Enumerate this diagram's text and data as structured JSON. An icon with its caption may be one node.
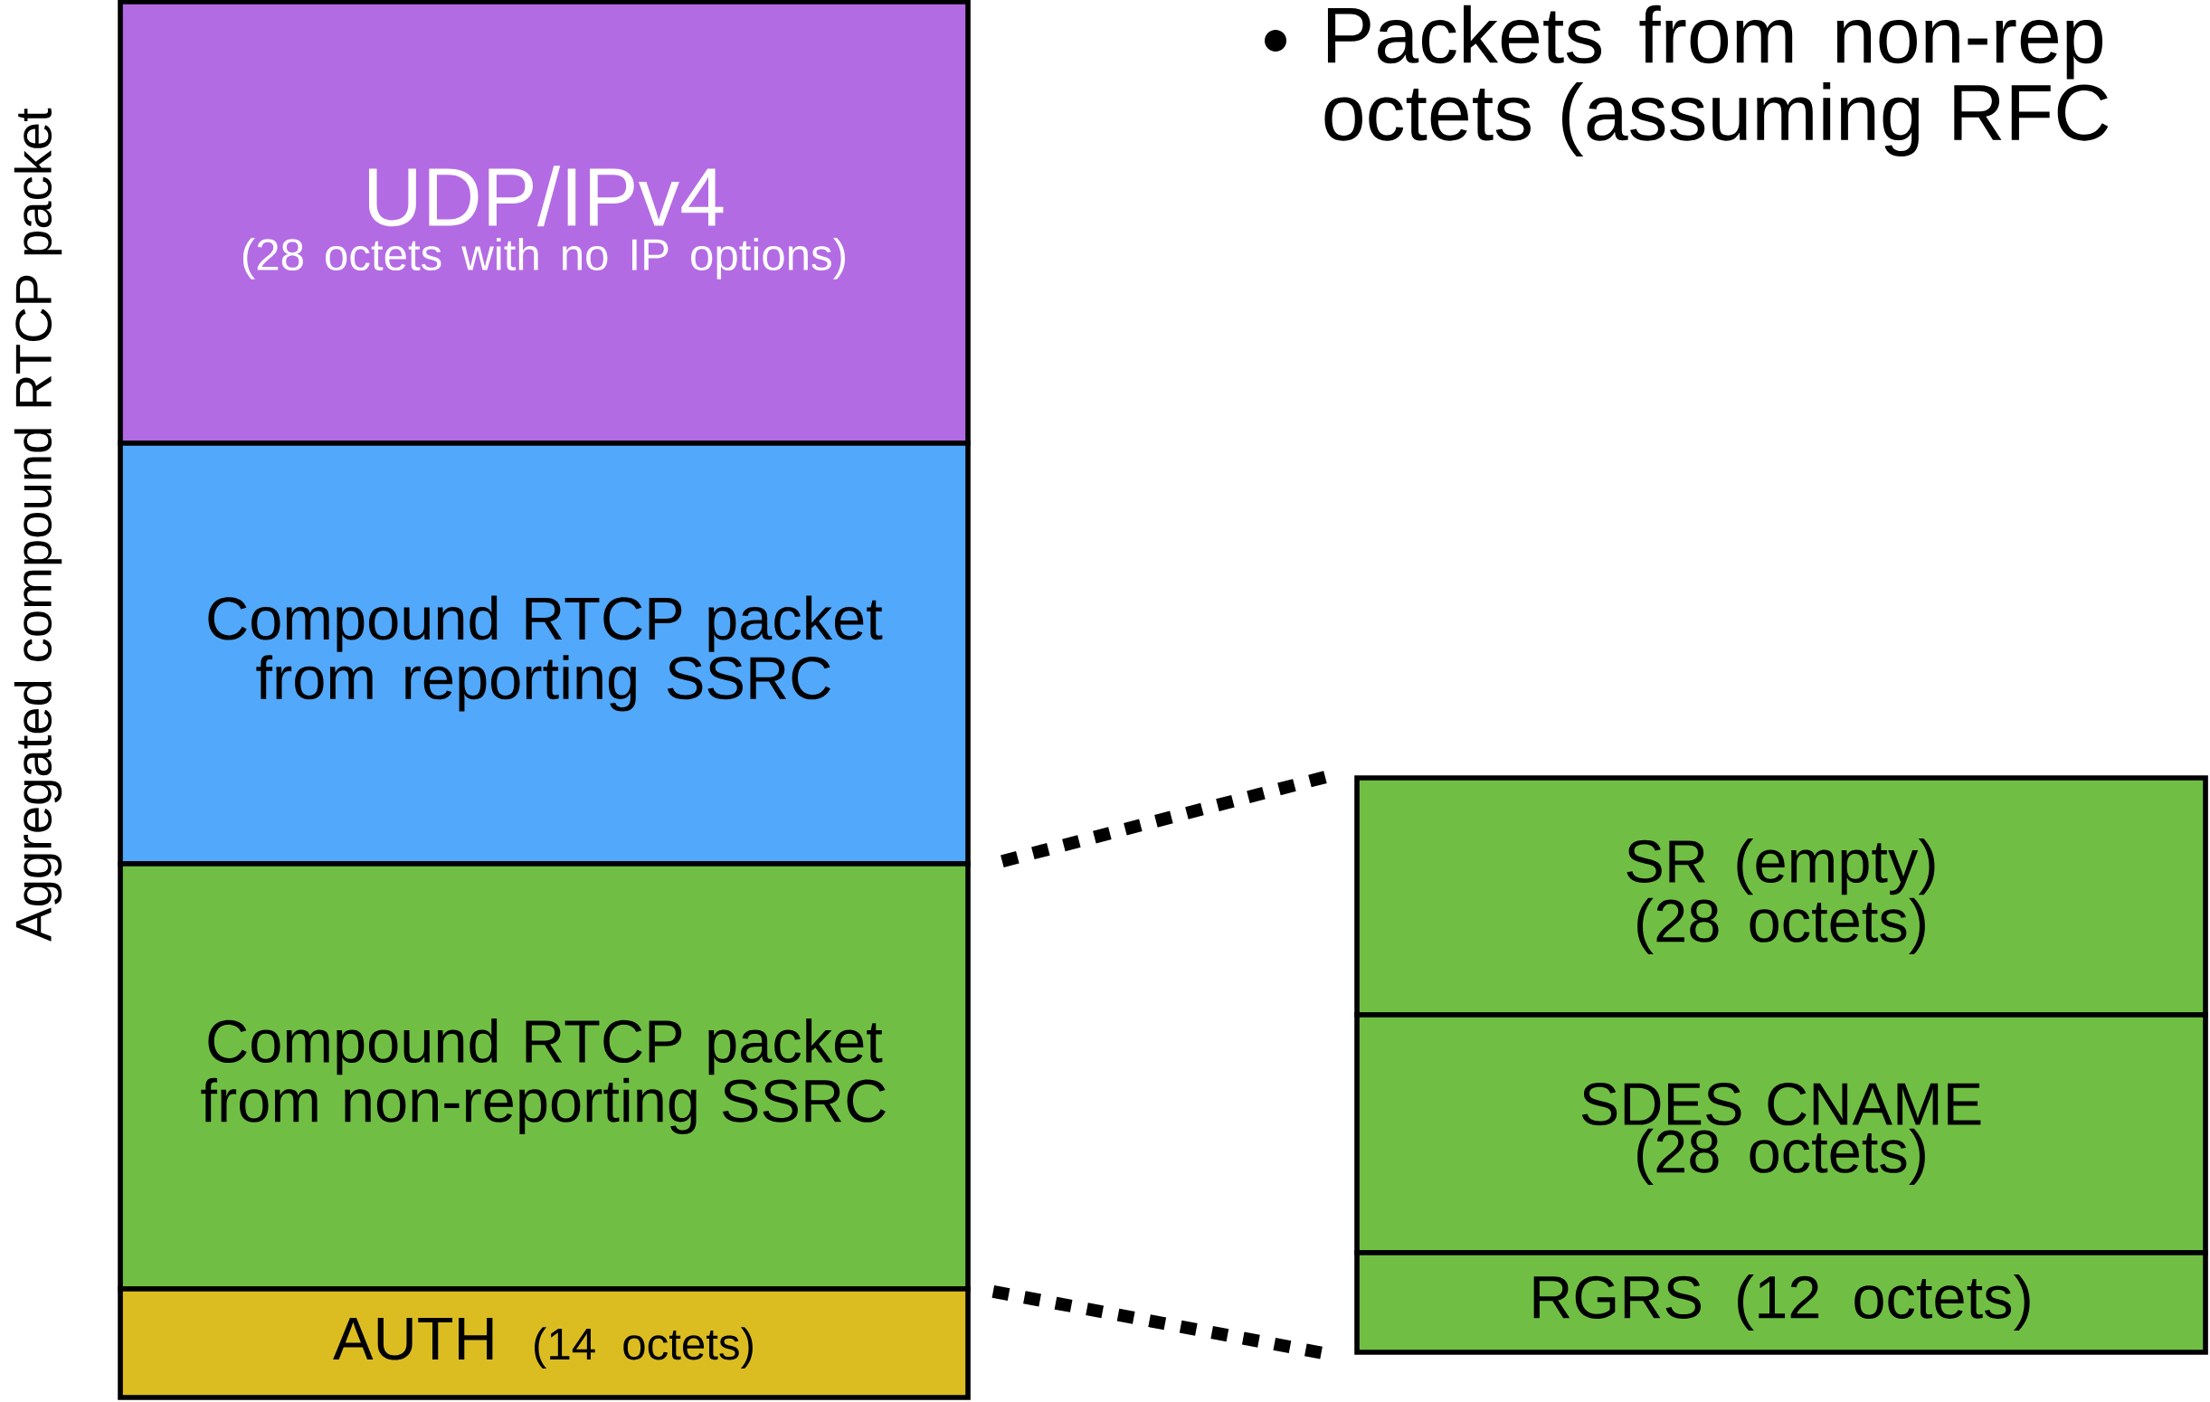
{
  "diagram": {
    "nodes": [
      {
        "text": [
          "UDP/IPv4",
          "(28 octets with no IP options)"
        ]
      },
      {
        "text": [
          "Compound RTCP packet from reporting SSRC"
        ]
      },
      {
        "text": [
          "Compound RTCP packet from non-reporting SSRC"
        ]
      },
      {
        "text": [
          "AUTH",
          "(14 octets)"
        ]
      },
      {
        "text": [
          "SR (empty) (28 octets)"
        ]
      },
      {
        "text": [
          "SDES CNAME (28 octets)"
        ]
      },
      {
        "text": [
          "RGRS (12 octets)"
        ]
      }
    ],
    "edges": [
      {
        "from": 2,
        "to": 4,
        "arrow": "none",
        "style": "dashed"
      },
      {
        "from": 2,
        "to": 6,
        "arrow": "none",
        "style": "dashed"
      }
    ],
    "labels": [
      "Packets from non-rep octets (assuming RFC",
      "Aggregated compound RTCP packet"
    ]
  }
}
